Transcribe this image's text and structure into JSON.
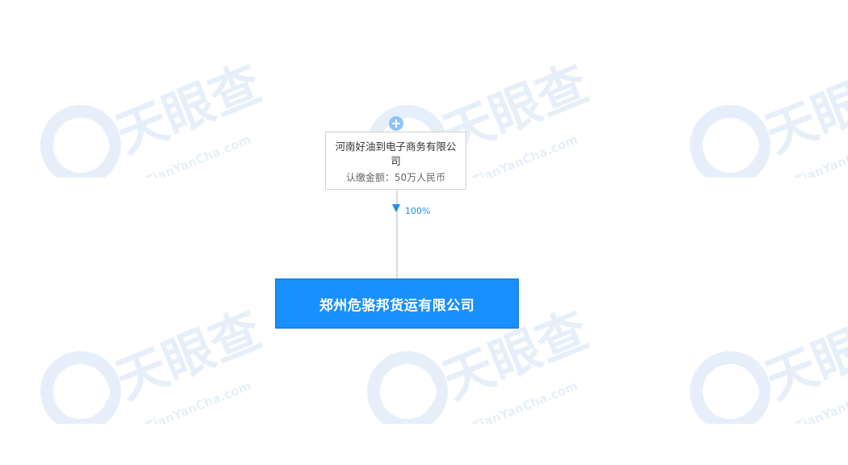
{
  "watermark": {
    "brand_text": "天眼查",
    "domain_text": "TianYanCha.com"
  },
  "diagram": {
    "shareholder": {
      "name": "河南好油到电子商务有限公司",
      "amount": "认缴金额：50万人民币"
    },
    "link": {
      "percentage": "100%"
    },
    "company": {
      "name": "郑州危骆邦货运有限公司"
    }
  },
  "colors": {
    "accent": "#1890ff",
    "arrow": "#1e8cf0",
    "expand_button": "#8cc4f5",
    "node_border": "#d0d0d0",
    "watermark": "#e8f1fb"
  },
  "icons": {
    "expand": "plus-circle-icon",
    "watermark_logo": "tianyancha-logo-icon"
  }
}
